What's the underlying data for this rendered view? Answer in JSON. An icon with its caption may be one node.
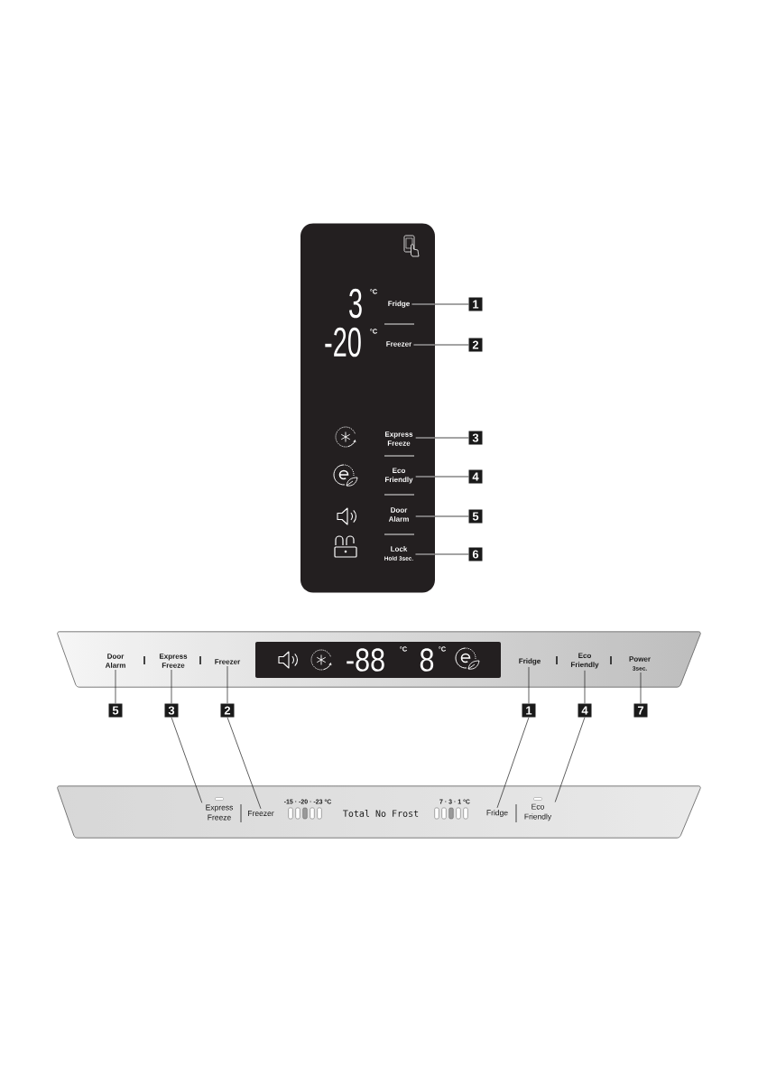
{
  "diagram": {
    "nodes": [
      {
        "text": [
          "3",
          "°C",
          "-20",
          "°C"
        ]
      },
      {
        "text": [
          "Fridge"
        ],
        "in": 0
      },
      {
        "text": [
          "Freezer"
        ],
        "in": 0
      },
      {
        "text": [
          "Express Freeze"
        ],
        "in": 0
      },
      {
        "text": [
          "Eco Friendly"
        ],
        "in": 0
      },
      {
        "text": [
          "Door Alarm"
        ],
        "in": 0
      },
      {
        "text": [
          "Lock",
          "Hold 3sec."
        ],
        "in": 0
      },
      {
        "text": [
          "1"
        ]
      },
      {
        "text": [
          "2"
        ]
      },
      {
        "text": [
          "3"
        ]
      },
      {
        "text": [
          "4"
        ]
      },
      {
        "text": [
          "5"
        ]
      },
      {
        "text": [
          "6"
        ]
      },
      {
        "text": [],
        "shape": "box"
      },
      {
        "text": [
          "Door Alarm"
        ],
        "in": 13
      },
      {
        "text": [
          "Express Freeze"
        ],
        "in": 13
      },
      {
        "text": [
          "Freezer"
        ],
        "in": 13
      },
      {
        "text": [
          "-88",
          "°C",
          "8",
          "°C"
        ],
        "in": 13
      },
      {
        "text": [
          "Fridge"
        ],
        "in": 13
      },
      {
        "text": [
          "Eco Friendly"
        ],
        "in": 13
      },
      {
        "text": [
          "Power",
          "3sec."
        ],
        "in": 13
      },
      {
        "text": [
          "5"
        ]
      },
      {
        "text": [
          "3"
        ]
      },
      {
        "text": [
          "2"
        ]
      },
      {
        "text": [
          "1"
        ]
      },
      {
        "text": [
          "4"
        ]
      },
      {
        "text": [
          "7"
        ]
      },
      {
        "text": [
          "-15 · -20 · -23 °C",
          "Total No Frost",
          "7 · 3 · 1 °C"
        ]
      },
      {
        "text": [
          "Express Freeze"
        ],
        "in": 27
      },
      {
        "text": [
          "Freezer"
        ],
        "in": 27
      },
      {
        "text": [
          "Fridge"
        ],
        "in": 27
      },
      {
        "text": [
          "Eco Friendly"
        ],
        "in": 27
      }
    ],
    "edges": [
      {
        "from": 7,
        "to": 1,
        "arrow": "none"
      },
      {
        "from": 8,
        "to": 2,
        "arrow": "none"
      },
      {
        "from": 9,
        "to": 3,
        "arrow": "none"
      },
      {
        "from": 10,
        "to": 4,
        "arrow": "none"
      },
      {
        "from": 11,
        "to": 5,
        "arrow": "none"
      },
      {
        "from": 12,
        "to": 6,
        "arrow": "none"
      },
      {
        "from": 21,
        "to": 14,
        "arrow": "none"
      },
      {
        "from": 22,
        "to": 15,
        "arrow": "none"
      },
      {
        "from": 23,
        "to": 16,
        "arrow": "none"
      },
      {
        "from": 24,
        "to": 18,
        "arrow": "none"
      },
      {
        "from": 25,
        "to": 19,
        "arrow": "none"
      },
      {
        "from": 26,
        "to": 20,
        "arrow": "none"
      },
      {
        "from": 22,
        "to": 28,
        "arrow": "none"
      },
      {
        "from": 23,
        "to": 29,
        "arrow": "none"
      },
      {
        "from": 24,
        "to": 30,
        "arrow": "none"
      },
      {
        "from": 25,
        "to": 31,
        "arrow": "none"
      }
    ]
  }
}
